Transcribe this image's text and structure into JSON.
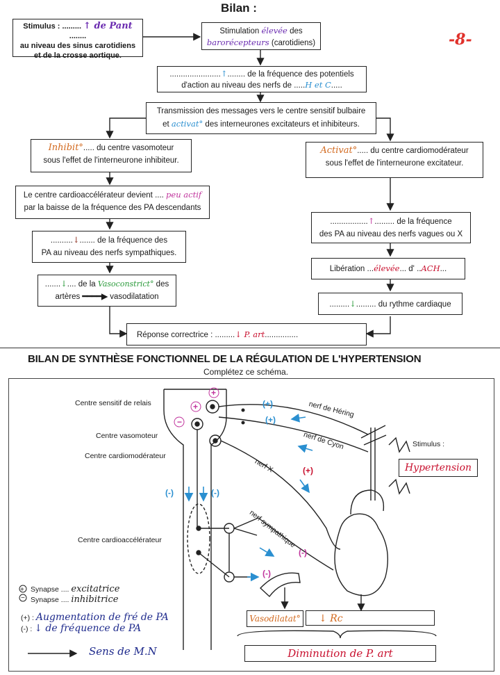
{
  "top": {
    "title": "Bilan :",
    "page_number": "-8-"
  },
  "flow": {
    "stimulus": {
      "prefix": "Stimulus : .........",
      "hw": "↑ de Pant",
      "suffix": "........",
      "line2": "au niveau des sinus carotidiens",
      "line3": "et de la crosse aortique."
    },
    "stimulation": {
      "prefix": "Stimulation",
      "hw1": "élevée",
      "mid": "des",
      "hw2": "barorécepteurs",
      "suffix": "(carotidiens)"
    },
    "frequence": {
      "hw1": "↑",
      "text1": "de la fréquence des potentiels",
      "text2": "d'action au niveau des nerfs de",
      "hw2": "H et C"
    },
    "transmission": {
      "line1": "Transmission des messages vers le centre sensitif bulbaire",
      "pre": "et",
      "hw": "activat°",
      "post": "des interneurones excitateurs et inhibiteurs."
    },
    "inhibition": {
      "hw": "Inhibit°",
      "text1": "du centre vasomoteur",
      "text2": "sous l'effet de l'interneurone inhibiteur."
    },
    "activation": {
      "hw": "Activat°",
      "text1": "du centre cardiomodérateur",
      "text2": "sous l'effet de l'interneurone excitateur."
    },
    "cardioacc": {
      "text1": "Le centre cardioaccélérateur devient",
      "hw": "peu actif",
      "text2": "par la baisse de la fréquence des PA descendants"
    },
    "pa_x": {
      "hw": "↑",
      "text1": "de la fréquence",
      "text2": "des PA au niveau des nerfs vagues ou X"
    },
    "pa_symp": {
      "hw": "↓",
      "text1": "de la fréquence des",
      "text2": "PA au niveau des nerfs sympathiques."
    },
    "liberation": {
      "pre": "Libération",
      "hw1": "élevée",
      "mid": "d'",
      "hw2": "ACH"
    },
    "vaso": {
      "hw1": "↓",
      "mid": "de la",
      "hw2": "Vasoconstrict°",
      "post": "des",
      "line2a": "artères",
      "line2b": "vasodilatation"
    },
    "rythme": {
      "hw": "↓",
      "text": "du rythme cardiaque"
    },
    "reponse": {
      "pre": "Réponse correctrice :",
      "hw": "↓ P. art"
    }
  },
  "bottom": {
    "title": "BILAN DE SYNTHÈSE FONCTIONNEL DE LA RÉGULATION DE L'HYPERTENSION",
    "subtitle": "Complétez ce schéma.",
    "labels": {
      "relais": "Centre sensitif de relais",
      "vasomoteur": "Centre vasomoteur",
      "cardiomod": "Centre cardiomodérateur",
      "cardioacc": "Centre cardioaccélérateur",
      "hering": "nerf de Héring",
      "cyon": "nerf de Cyon",
      "nerfx": "nerf X",
      "symp": "nerf sympathique",
      "stimulus": "Stimulus :",
      "stimulus_hw": "Hypertension"
    },
    "signs": {
      "plus": "(+)",
      "minus": "(-)"
    },
    "legend": {
      "syn_exc_pre": "Synapse ....",
      "syn_exc_hw": "excitatrice",
      "syn_inh_pre": "Synapse ....",
      "syn_inh_hw": "inhibitrice",
      "plus_pre": "(+) :",
      "plus_hw": "Augmentation de fré de PA",
      "minus_pre": "(-) :",
      "minus_hw": "↓ de fréquence de PA",
      "arrow_hw": "Sens de M.N"
    },
    "results": {
      "vaso": "Vasodilatat°",
      "rc": "↓ Rc",
      "dim": "Diminution de P. art"
    }
  }
}
